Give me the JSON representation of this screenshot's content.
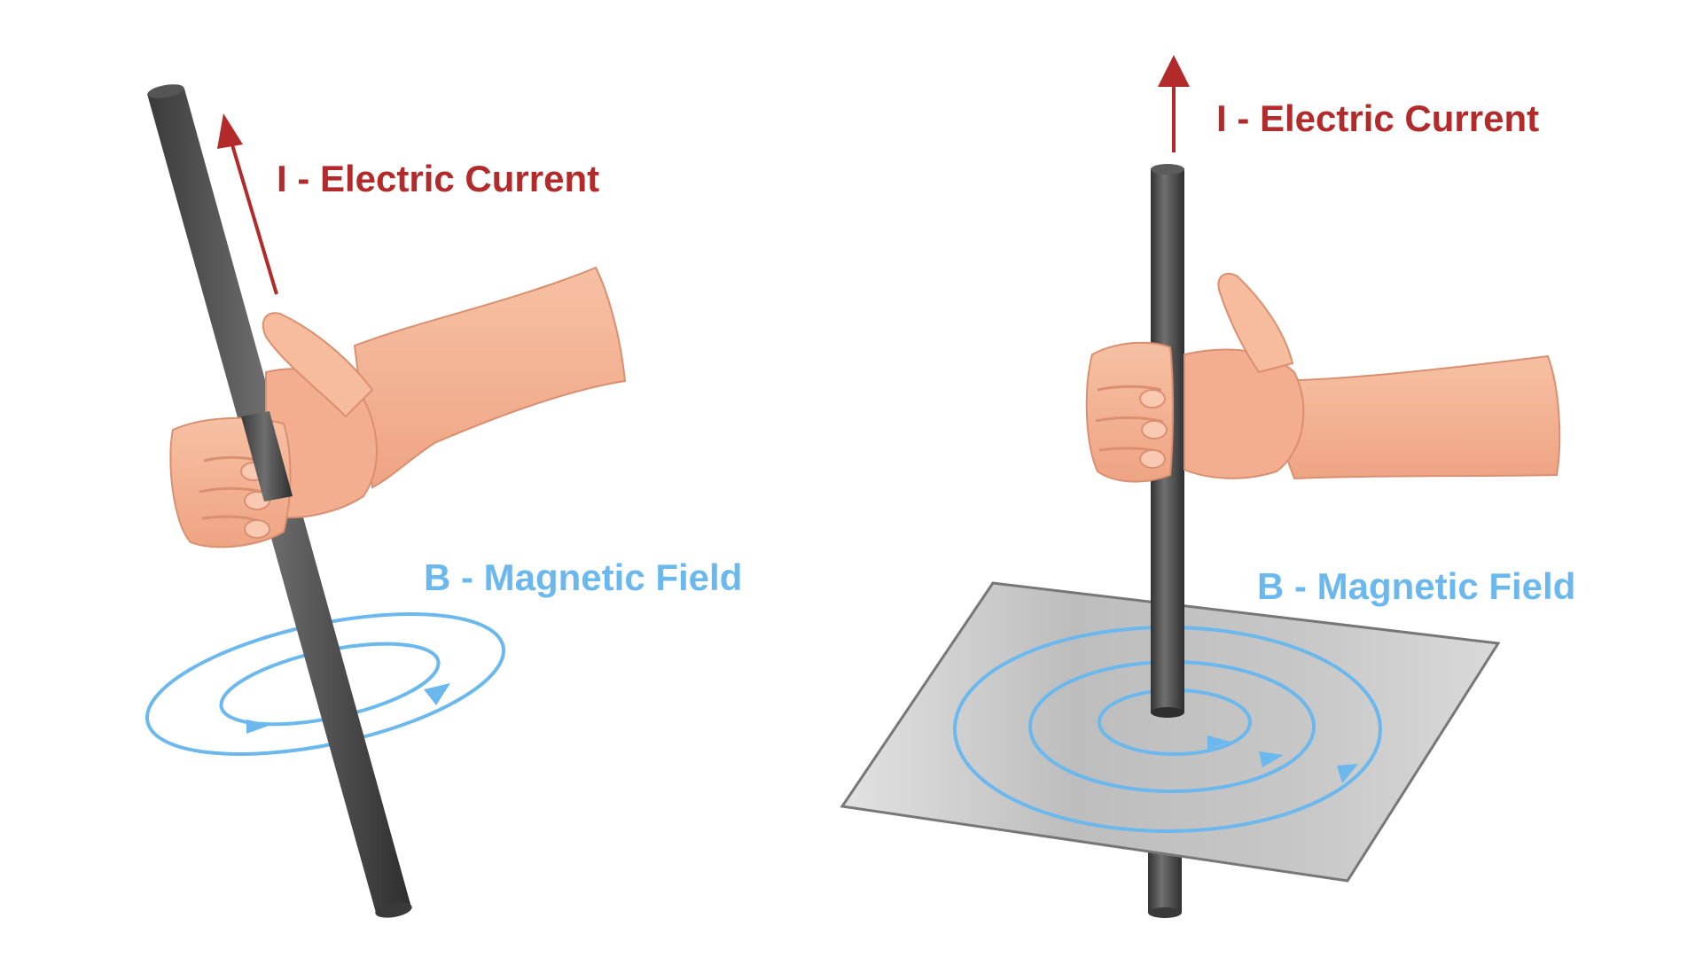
{
  "colors": {
    "current": "#b22a2a",
    "field": "#6ab8ee",
    "rod": "#4b4b4b",
    "skin": "#f5b596",
    "skin_shadow": "#d98f70",
    "plane": "#c9c9c9"
  },
  "left_panel": {
    "current_label": "I - Electric Current",
    "field_label": "B - Magnetic Field"
  },
  "right_panel": {
    "current_label": "I - Electric Current",
    "field_label": "B - Magnetic Field"
  }
}
